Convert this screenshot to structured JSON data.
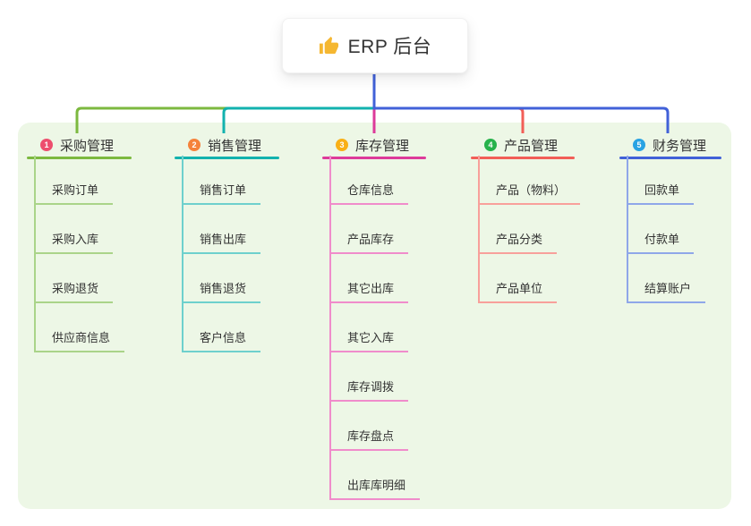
{
  "root": {
    "title": "ERP 后台",
    "icon": "thumbs-up-icon",
    "icon_color": "#f5b731"
  },
  "colors": {
    "canvas_bg": "#ffffff",
    "panel_bg": "#edf7e6",
    "text": "#333333",
    "root_link": "#4161d8"
  },
  "branches": [
    {
      "index": "1",
      "label": "采购管理",
      "color": "#7cb93f",
      "light_color": "#aad489",
      "badge_color": "#ed4f6e",
      "children": [
        "采购订单",
        "采购入库",
        "采购退货",
        "供应商信息"
      ]
    },
    {
      "index": "2",
      "label": "销售管理",
      "color": "#12b2ae",
      "light_color": "#6ed0cd",
      "badge_color": "#f5823b",
      "children": [
        "销售订单",
        "销售出库",
        "销售退货",
        "客户信息"
      ]
    },
    {
      "index": "3",
      "label": "库存管理",
      "color": "#dd3a9a",
      "light_color": "#f08ccb",
      "badge_color": "#f9b016",
      "children": [
        "仓库信息",
        "产品库存",
        "其它出库",
        "其它入库",
        "库存调拨",
        "库存盘点",
        "出库库明细"
      ]
    },
    {
      "index": "4",
      "label": "产品管理",
      "color": "#f25e57",
      "light_color": "#f8a09b",
      "badge_color": "#27b24b",
      "children": [
        "产品（物料）",
        "产品分类",
        "产品单位"
      ]
    },
    {
      "index": "5",
      "label": "财务管理",
      "color": "#4161d8",
      "light_color": "#8fa7e9",
      "badge_color": "#29a3e3",
      "children": [
        "回款单",
        "付款单",
        "结算账户"
      ]
    }
  ]
}
